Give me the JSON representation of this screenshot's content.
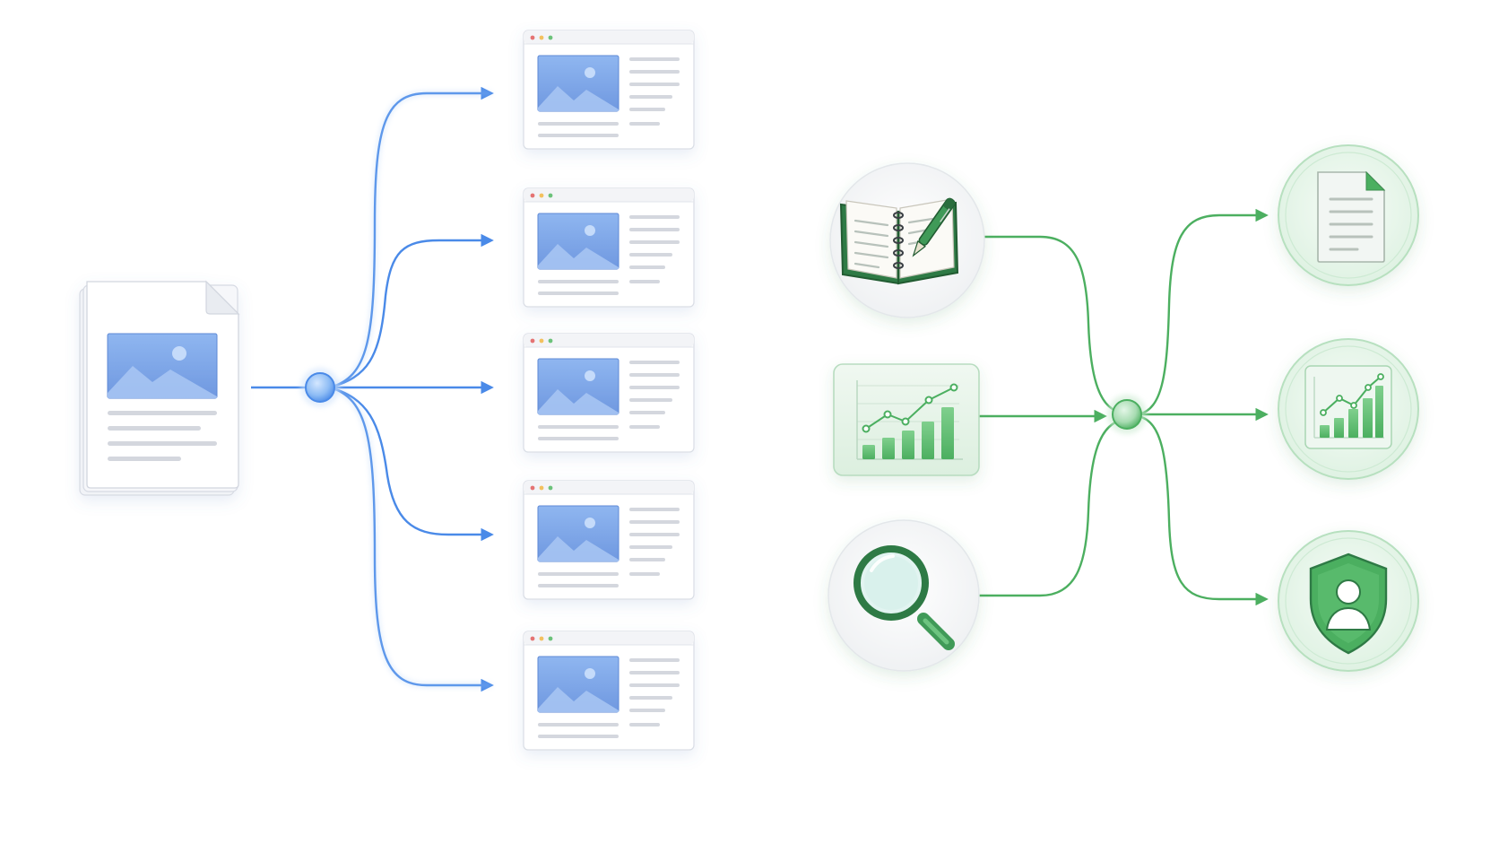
{
  "colors": {
    "background": "#ffffff",
    "blue_accent": "#4a8ae8",
    "blue_node": "#8fbdf5",
    "blue_image": "#7ea6e6",
    "green_accent": "#4caf60",
    "green_node": "#a8dcb2",
    "green_panel": "#e8f4ea",
    "card_border": "#d9dde5",
    "text_line": "#d4d7de"
  },
  "diagrams": [
    {
      "name": "fan-out",
      "source": {
        "kind": "document-stack",
        "icon": "image-document-icon"
      },
      "hub": {
        "icon": "hub-node-icon"
      },
      "targets": [
        {
          "kind": "web-page",
          "icon": "web-page-icon"
        },
        {
          "kind": "web-page",
          "icon": "web-page-icon"
        },
        {
          "kind": "web-page",
          "icon": "web-page-icon"
        },
        {
          "kind": "web-page",
          "icon": "web-page-icon"
        },
        {
          "kind": "web-page",
          "icon": "web-page-icon"
        }
      ]
    },
    {
      "name": "merge-and-distribute",
      "inputs": [
        {
          "kind": "notebook",
          "icon": "notebook-pen-icon"
        },
        {
          "kind": "analytics",
          "icon": "bar-chart-icon"
        },
        {
          "kind": "search",
          "icon": "magnifier-icon"
        }
      ],
      "hub": {
        "icon": "hub-node-icon"
      },
      "outputs": [
        {
          "kind": "document",
          "icon": "document-icon"
        },
        {
          "kind": "analytics",
          "icon": "bar-chart-icon"
        },
        {
          "kind": "security",
          "icon": "shield-user-icon"
        }
      ]
    }
  ]
}
